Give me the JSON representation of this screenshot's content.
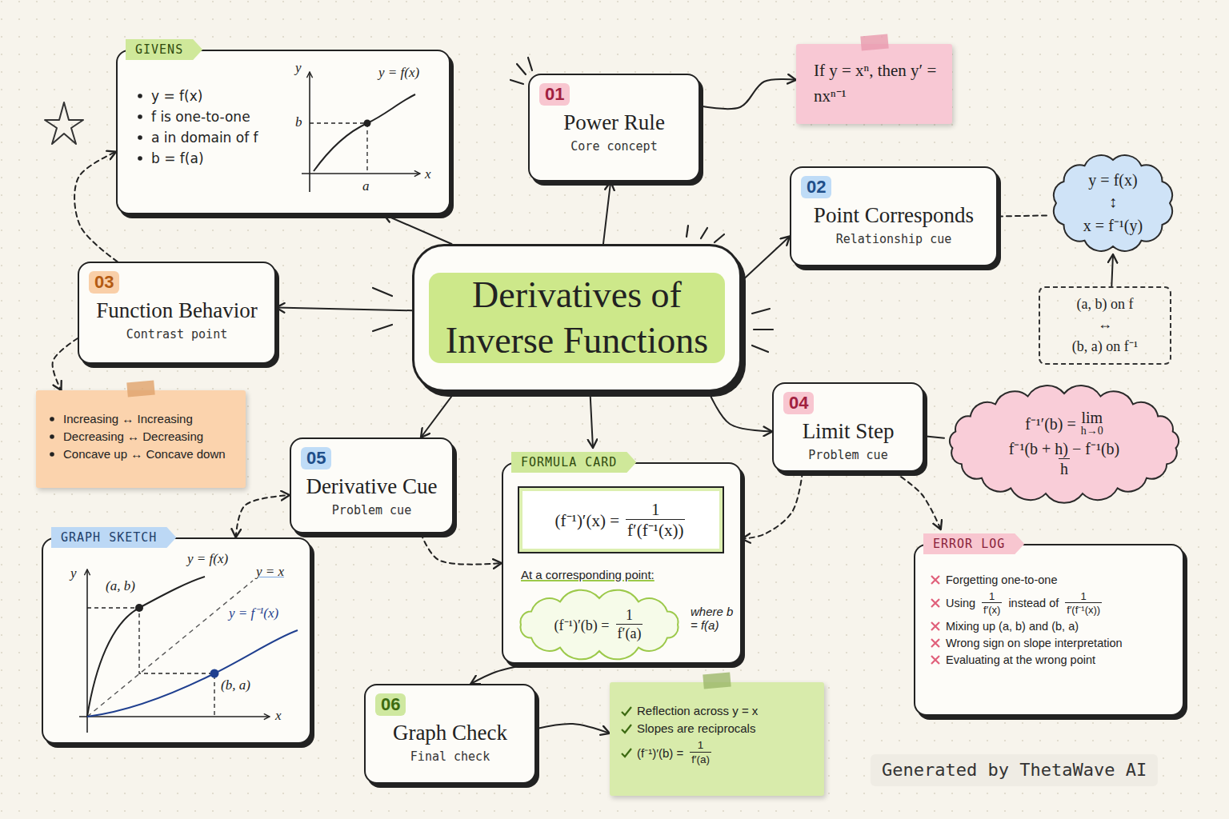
{
  "diagram": {
    "nodes": [
      {
        "text": [
          "GIVENS",
          "y = f(x)",
          "f is one-to-one",
          "a in domain of f",
          "b = f(a)"
        ]
      },
      {
        "text": [
          "01",
          "Power Rule",
          "Core concept"
        ]
      },
      {
        "text": [
          "If y = xⁿ, then y′ = nxⁿ⁻¹"
        ]
      },
      {
        "text": [
          "Derivatives of Inverse Functions"
        ]
      },
      {
        "text": [
          "02",
          "Point Corresponds",
          "Relationship cue"
        ]
      },
      {
        "text": [
          "y = f(x)",
          "↕",
          "x = f⁻¹(y)"
        ]
      },
      {
        "text": [
          "(a, b) on f",
          "↔",
          "(b, a) on f⁻¹"
        ]
      },
      {
        "text": [
          "03",
          "Function Behavior",
          "Contrast point"
        ]
      },
      {
        "text": [
          "Increasing ↔ Increasing",
          "Decreasing ↔ Decreasing",
          "Concave up ↔ Concave down"
        ]
      },
      {
        "text": [
          "04",
          "Limit Step",
          "Problem cue"
        ]
      },
      {
        "text": [
          "f⁻¹′(b) =",
          "lim",
          "h→0",
          "f⁻¹(b + h) − f⁻¹(b)",
          "h"
        ]
      },
      {
        "text": [
          "05",
          "Derivative Cue",
          "Problem cue"
        ]
      },
      {
        "text": [
          "FORMULA CARD",
          "At a corresponding point:",
          "where b = f(a)"
        ]
      },
      {
        "text": [
          "(f⁻¹)′(x) =",
          "1",
          "f′(f⁻¹(x))"
        ],
        "in": 12
      },
      {
        "text": [
          "(f⁻¹)′(b) =",
          "1",
          "f′(a)"
        ],
        "in": 12
      },
      {
        "text": [
          "GRAPH SKETCH"
        ]
      },
      {
        "text": [
          "06",
          "Graph Check",
          "Final check"
        ]
      },
      {
        "text": [
          "Reflection across y = x",
          "Slopes are reciprocals",
          "(f⁻¹)′(b) =",
          "1",
          "f′(a)"
        ]
      },
      {
        "text": [
          "ERROR LOG",
          "Forgetting one-to-one",
          "Using",
          "1",
          "f′(x)",
          "instead of",
          "1",
          "f′(f⁻¹(x))",
          "Mixing up (a, b) and (b, a)",
          "Wrong sign on slope interpretation",
          "Evaluating at the wrong point"
        ]
      }
    ],
    "edges": [
      {
        "from": 3,
        "to": 0,
        "arrow": "to"
      },
      {
        "from": 3,
        "to": 1,
        "arrow": "to"
      },
      {
        "from": 1,
        "to": 2,
        "arrow": "to"
      },
      {
        "from": 3,
        "to": 4,
        "arrow": "to"
      },
      {
        "from": 4,
        "to": 5,
        "arrow": "none"
      },
      {
        "from": 6,
        "to": 5,
        "arrow": "to"
      },
      {
        "from": 3,
        "to": 7,
        "arrow": "to"
      },
      {
        "from": 7,
        "to": 0,
        "arrow": "to"
      },
      {
        "from": 7,
        "to": 8,
        "arrow": "to"
      },
      {
        "from": 3,
        "to": 9,
        "arrow": "to"
      },
      {
        "from": 9,
        "to": 10,
        "arrow": "none"
      },
      {
        "from": 9,
        "to": 12,
        "arrow": "to"
      },
      {
        "from": 9,
        "to": 18,
        "arrow": "to"
      },
      {
        "from": 3,
        "to": 11,
        "arrow": "to"
      },
      {
        "from": 3,
        "to": 12,
        "arrow": "to"
      },
      {
        "from": 11,
        "to": 12,
        "arrow": "to"
      },
      {
        "from": 15,
        "to": 11,
        "arrow": "both"
      },
      {
        "from": 12,
        "to": 16,
        "arrow": "to"
      },
      {
        "from": 16,
        "to": 17,
        "arrow": "to"
      }
    ],
    "labels": [
      "y",
      "b",
      "a",
      "x",
      "y = f(x)",
      "y",
      "y = f(x)",
      "y = x",
      "(a, b)",
      "y = f⁻¹(x)",
      "(b, a)",
      "x",
      "Generated by ThetaWave AI"
    ]
  }
}
